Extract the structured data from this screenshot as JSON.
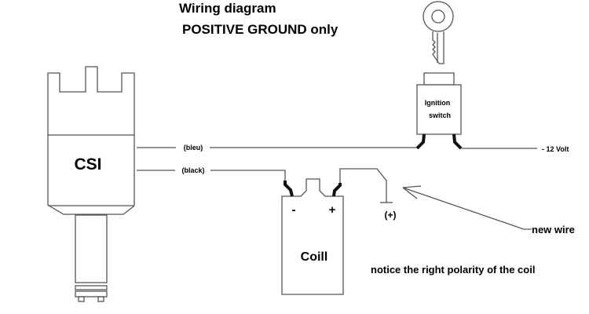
{
  "title": {
    "line1": "Wiring diagram",
    "line2": "POSITIVE GROUND only"
  },
  "components": {
    "distributor": {
      "label": "CSI"
    },
    "ignition_switch": {
      "line1": "Ignition",
      "line2": "switch"
    },
    "coil": {
      "label": "Coill",
      "neg_terminal": "-",
      "pos_terminal": "+"
    }
  },
  "wires": {
    "blue": "(bleu)",
    "black": "(black)",
    "supply": "- 12 Volt",
    "ground": "(+)"
  },
  "annotations": {
    "new_wire": "new wire",
    "notice": "notice the right polarity of the coil"
  },
  "colors": {
    "line": "#555555",
    "terminal": "#111111",
    "text": "#000000"
  }
}
